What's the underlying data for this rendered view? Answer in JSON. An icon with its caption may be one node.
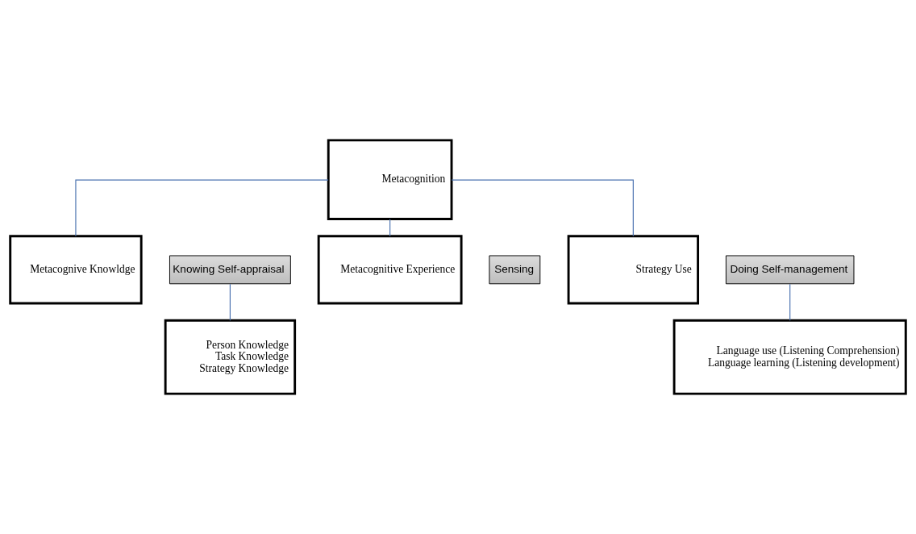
{
  "diagram": {
    "nodes": [
      {
        "text": [
          "Metacognition"
        ]
      },
      {
        "text": [
          "Metacognive Knowldge"
        ]
      },
      {
        "text": [
          "Knowing Self-appraisal"
        ]
      },
      {
        "text": [
          "Metacognitive Experience"
        ]
      },
      {
        "text": [
          "Sensing"
        ]
      },
      {
        "text": [
          "Strategy Use"
        ]
      },
      {
        "text": [
          "Doing Self-management"
        ]
      },
      {
        "text": [
          "Person Knowledge",
          "Task Knowledge",
          "Strategy Knowledge"
        ]
      },
      {
        "text": [
          "Language use (Listening Comprehension)",
          "Language learning (Listening development)"
        ]
      }
    ],
    "edges": [
      {
        "from": 0,
        "to": 1,
        "arrow": "none"
      },
      {
        "from": 0,
        "to": 3,
        "arrow": "none"
      },
      {
        "from": 0,
        "to": 5,
        "arrow": "none"
      },
      {
        "from": 2,
        "to": 7,
        "arrow": "none"
      },
      {
        "from": 6,
        "to": 8,
        "arrow": "none"
      }
    ]
  }
}
